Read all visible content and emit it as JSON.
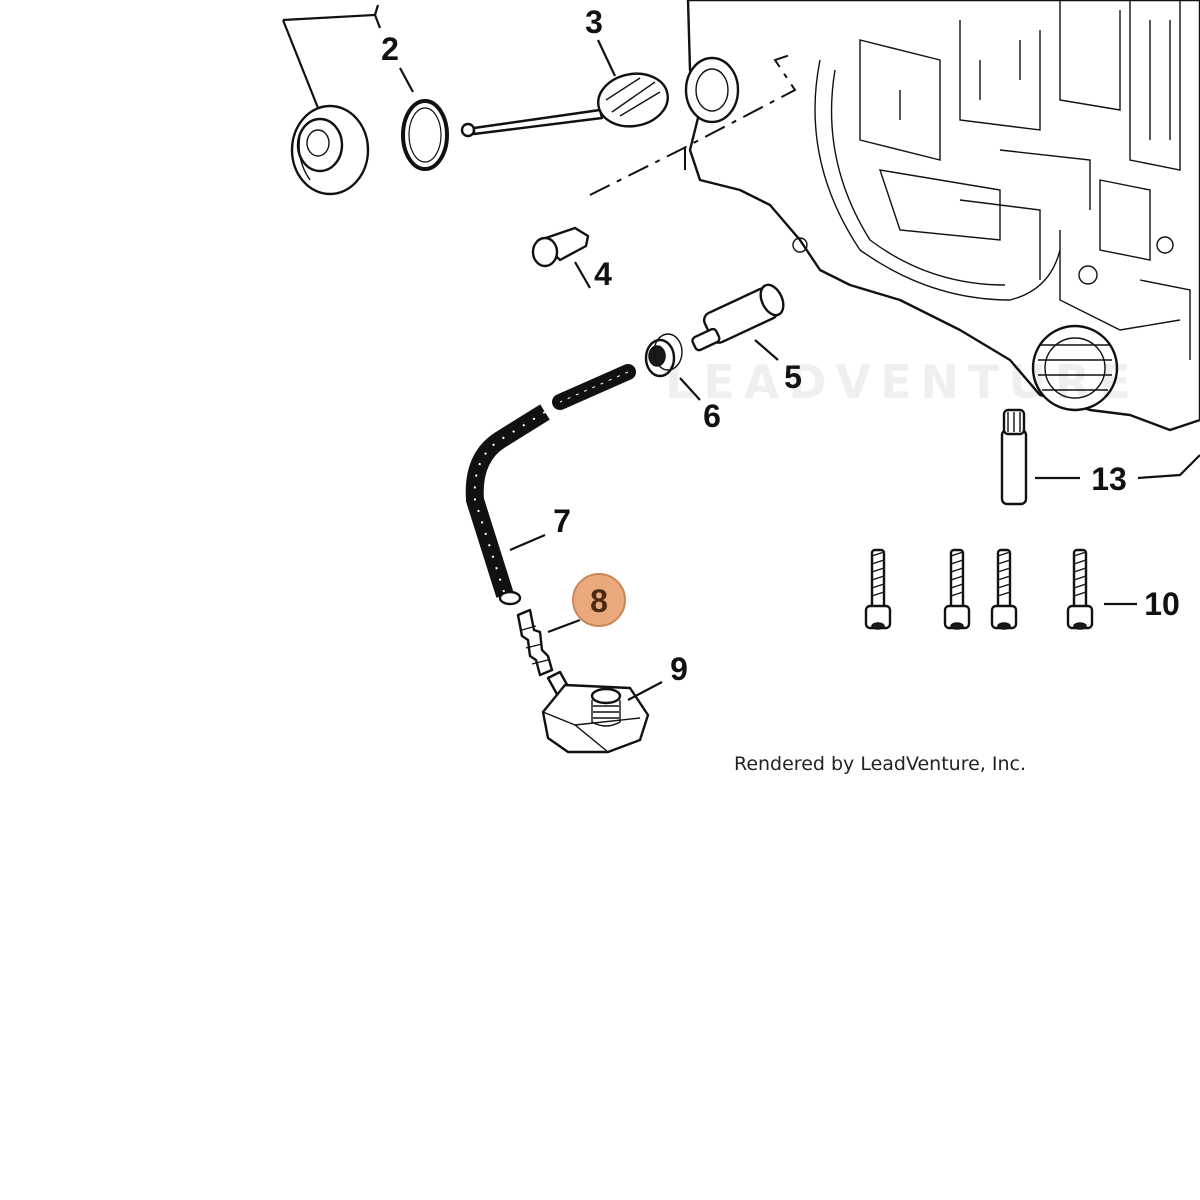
{
  "callouts": {
    "c2": "2",
    "c3": "3",
    "c4": "4",
    "c5": "5",
    "c6": "6",
    "c7": "7",
    "c8": "8",
    "c9": "9",
    "c10": "10",
    "c13": "13"
  },
  "highlighted_callout": "8",
  "highlight_color": "#e8a070",
  "credit_text": "Rendered by LeadVenture, Inc.",
  "watermark_text": "LEADVENTURE"
}
